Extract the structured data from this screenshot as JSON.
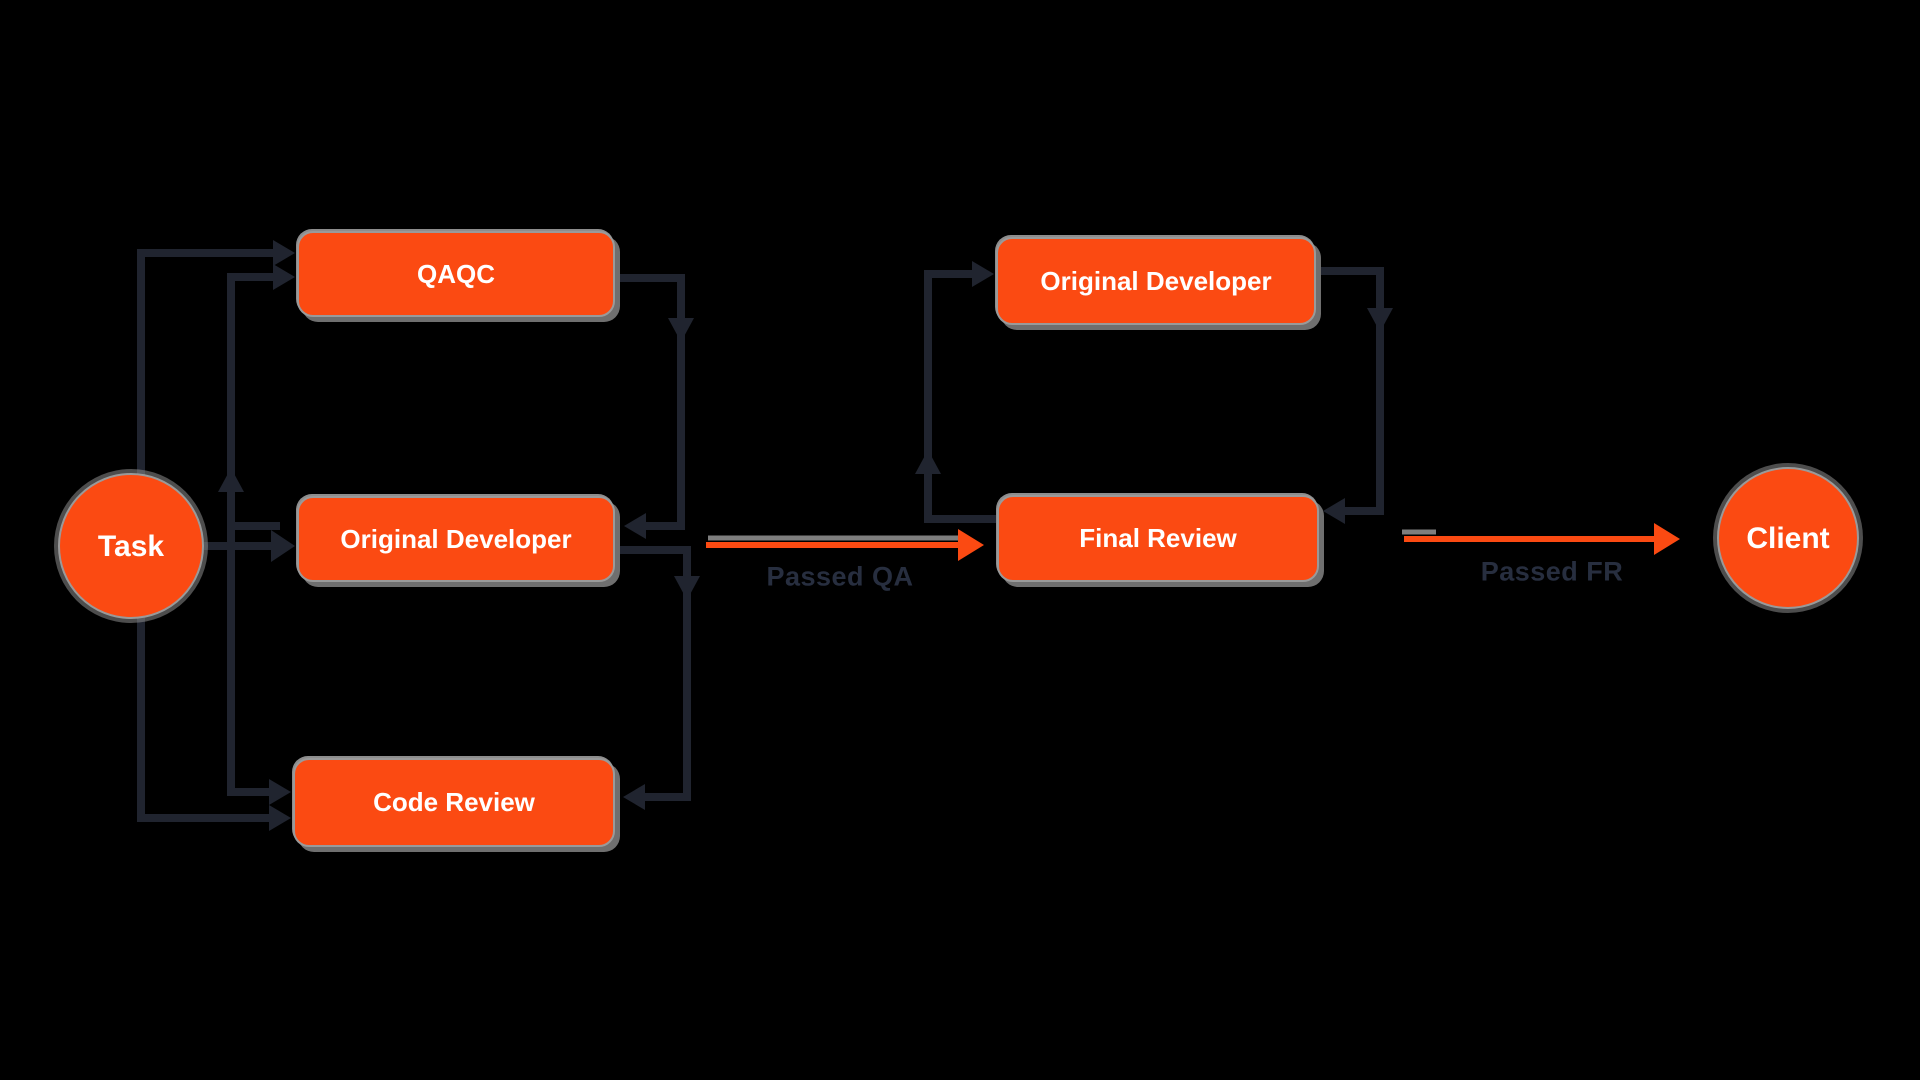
{
  "canvas": {
    "background": "#000000"
  },
  "colors": {
    "node_fill": "#fb4a12",
    "node_border": "#9a9a9a",
    "node_shadow": "#6f6f6f",
    "node_text": "#ffffff",
    "connector": "#20242f",
    "orange_arrow": "#fb4a12",
    "arrow_shadow": "#7e7e7e",
    "edge_label_text": "#272e3f"
  },
  "nodes": {
    "task": {
      "label": "Task",
      "shape": "circle"
    },
    "qaqc": {
      "label": "QAQC",
      "shape": "rect"
    },
    "original_developer_left": {
      "label": "Original Developer",
      "shape": "rect"
    },
    "code_review": {
      "label": "Code Review",
      "shape": "rect"
    },
    "original_developer_right": {
      "label": "Original Developer",
      "shape": "rect"
    },
    "final_review": {
      "label": "Final Review",
      "shape": "rect"
    },
    "client": {
      "label": "Client",
      "shape": "circle"
    }
  },
  "edge_labels": {
    "passed_qa": "Passed QA",
    "passed_fr": "Passed FR"
  },
  "edges": [
    {
      "from": "task",
      "to": "qaqc"
    },
    {
      "from": "task",
      "to": "original_developer_left"
    },
    {
      "from": "task",
      "to": "code_review"
    },
    {
      "from": "original_developer_left",
      "to": "qaqc"
    },
    {
      "from": "qaqc",
      "to": "original_developer_left"
    },
    {
      "from": "original_developer_left",
      "to": "code_review"
    },
    {
      "from": "original_developer_left",
      "to": "final_review",
      "label": "Passed QA"
    },
    {
      "from": "final_review",
      "to": "original_developer_right"
    },
    {
      "from": "original_developer_right",
      "to": "final_review"
    },
    {
      "from": "final_review",
      "to": "client",
      "label": "Passed FR"
    }
  ]
}
